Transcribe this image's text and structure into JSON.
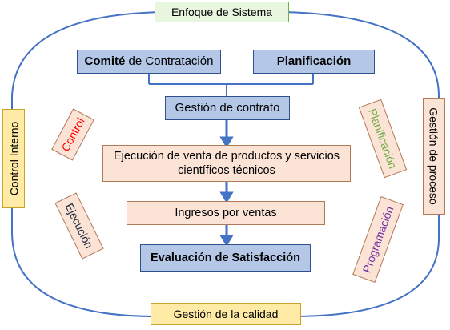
{
  "colors": {
    "outline": "#4472c4",
    "arrow": "#4472c4",
    "red_label": "#ff0000",
    "green_label": "#70ad47",
    "purple_label": "#7030a0",
    "dark_label": "#1f2d3d"
  },
  "frame": {
    "top": "Enfoque de Sistema",
    "bottom": "Gestión de la calidad",
    "left": "Control Interno",
    "right": "Gestión de proceso"
  },
  "flow": {
    "comite_bold": "Comité",
    "comite_rest": " de Contratación",
    "planificacion": "Planificación",
    "gestion_contrato": "Gestión de contrato",
    "ejecucion_line1": "Ejecución de venta de productos y servicios",
    "ejecucion_line2": "científicos técnicos",
    "ingresos": "Ingresos por ventas",
    "evaluacion": "Evaluación de Satisfacción"
  },
  "tags": {
    "control": "Control",
    "ejecucion": "Ejecución",
    "planificacion": "Planificación",
    "programacion": "Programación"
  }
}
